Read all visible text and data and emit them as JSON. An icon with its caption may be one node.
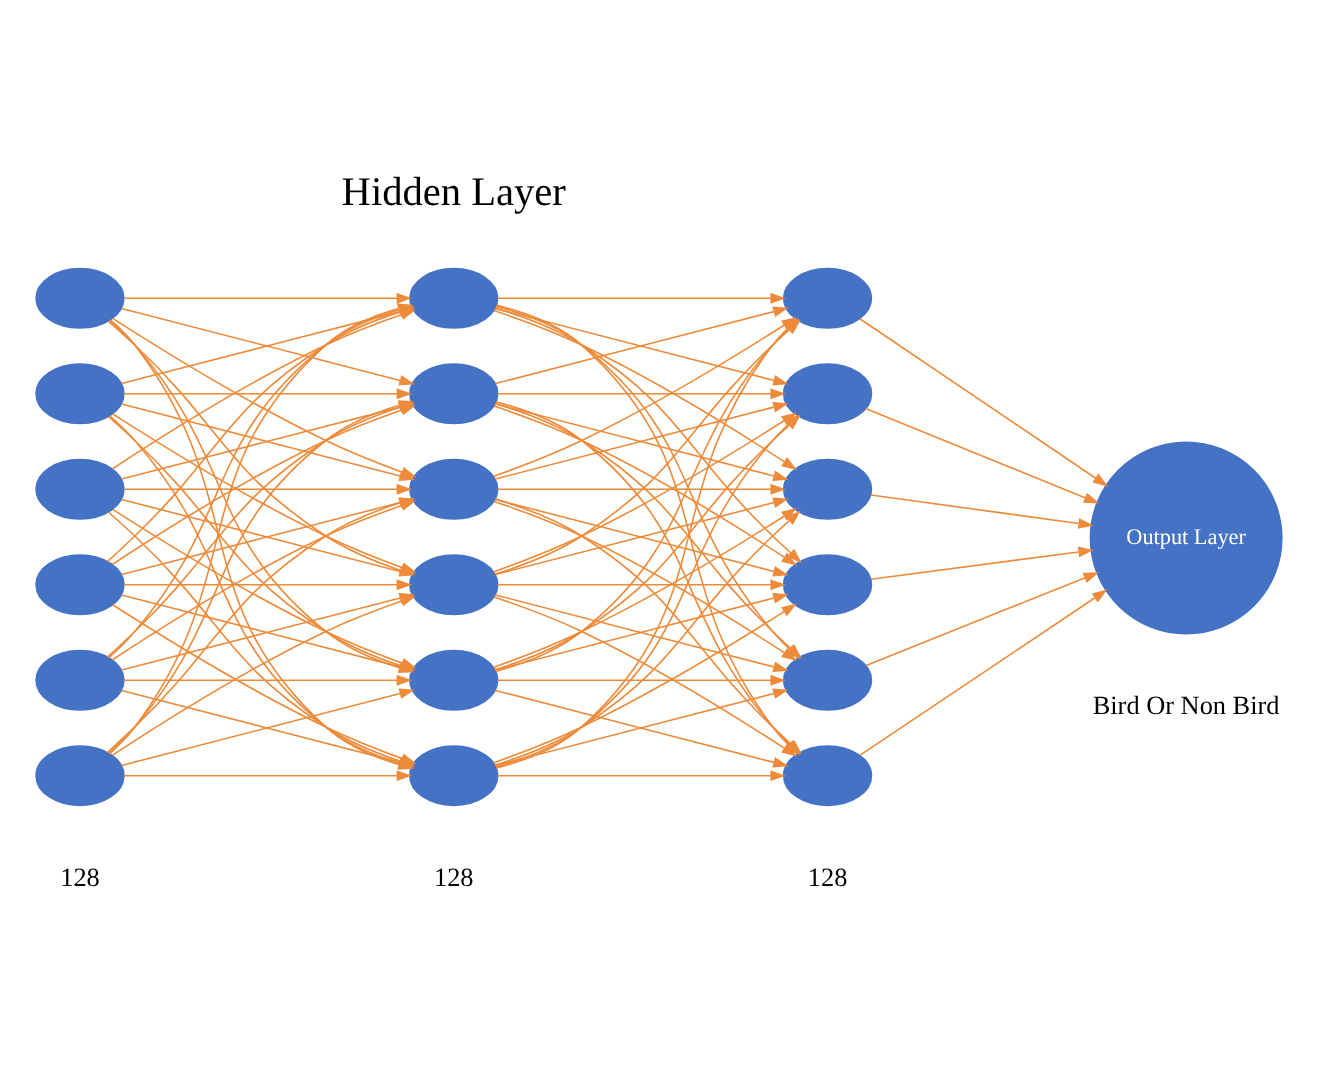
{
  "diagram": {
    "nodes": [
      {
        "text": [],
        "shape": "circle"
      },
      {
        "text": [],
        "shape": "circle"
      },
      {
        "text": [],
        "shape": "circle"
      },
      {
        "text": [],
        "shape": "circle"
      },
      {
        "text": [],
        "shape": "circle"
      },
      {
        "text": [],
        "shape": "circle"
      },
      {
        "text": [],
        "shape": "circle"
      },
      {
        "text": [],
        "shape": "circle"
      },
      {
        "text": [],
        "shape": "circle"
      },
      {
        "text": [],
        "shape": "circle"
      },
      {
        "text": [],
        "shape": "circle"
      },
      {
        "text": [],
        "shape": "circle"
      },
      {
        "text": [],
        "shape": "circle"
      },
      {
        "text": [],
        "shape": "circle"
      },
      {
        "text": [],
        "shape": "circle"
      },
      {
        "text": [],
        "shape": "circle"
      },
      {
        "text": [],
        "shape": "circle"
      },
      {
        "text": [],
        "shape": "circle"
      },
      {
        "text": [
          "Output Layer"
        ],
        "beside": [
          "Bird Or Non Bird"
        ]
      }
    ],
    "edges": [
      {
        "from": 0,
        "to": 6,
        "arrow": "to"
      },
      {
        "from": 0,
        "to": 7,
        "arrow": "to"
      },
      {
        "from": 0,
        "to": 8,
        "arrow": "to"
      },
      {
        "from": 0,
        "to": 9,
        "arrow": "to"
      },
      {
        "from": 0,
        "to": 10,
        "arrow": "to"
      },
      {
        "from": 0,
        "to": 11,
        "arrow": "to"
      },
      {
        "from": 1,
        "to": 6,
        "arrow": "to"
      },
      {
        "from": 1,
        "to": 7,
        "arrow": "to"
      },
      {
        "from": 1,
        "to": 8,
        "arrow": "to"
      },
      {
        "from": 1,
        "to": 9,
        "arrow": "to"
      },
      {
        "from": 1,
        "to": 10,
        "arrow": "to"
      },
      {
        "from": 1,
        "to": 11,
        "arrow": "to"
      },
      {
        "from": 2,
        "to": 6,
        "arrow": "to"
      },
      {
        "from": 2,
        "to": 7,
        "arrow": "to"
      },
      {
        "from": 2,
        "to": 8,
        "arrow": "to"
      },
      {
        "from": 2,
        "to": 9,
        "arrow": "to"
      },
      {
        "from": 2,
        "to": 10,
        "arrow": "to"
      },
      {
        "from": 2,
        "to": 11,
        "arrow": "to"
      },
      {
        "from": 3,
        "to": 6,
        "arrow": "to"
      },
      {
        "from": 3,
        "to": 7,
        "arrow": "to"
      },
      {
        "from": 3,
        "to": 8,
        "arrow": "to"
      },
      {
        "from": 3,
        "to": 9,
        "arrow": "to"
      },
      {
        "from": 3,
        "to": 10,
        "arrow": "to"
      },
      {
        "from": 3,
        "to": 11,
        "arrow": "to"
      },
      {
        "from": 4,
        "to": 6,
        "arrow": "to"
      },
      {
        "from": 4,
        "to": 7,
        "arrow": "to"
      },
      {
        "from": 4,
        "to": 8,
        "arrow": "to"
      },
      {
        "from": 4,
        "to": 9,
        "arrow": "to"
      },
      {
        "from": 4,
        "to": 10,
        "arrow": "to"
      },
      {
        "from": 4,
        "to": 11,
        "arrow": "to"
      },
      {
        "from": 5,
        "to": 6,
        "arrow": "to"
      },
      {
        "from": 5,
        "to": 7,
        "arrow": "to"
      },
      {
        "from": 5,
        "to": 8,
        "arrow": "to"
      },
      {
        "from": 5,
        "to": 9,
        "arrow": "to"
      },
      {
        "from": 5,
        "to": 10,
        "arrow": "to"
      },
      {
        "from": 5,
        "to": 11,
        "arrow": "to"
      },
      {
        "from": 6,
        "to": 12,
        "arrow": "to"
      },
      {
        "from": 6,
        "to": 13,
        "arrow": "to"
      },
      {
        "from": 6,
        "to": 14,
        "arrow": "to"
      },
      {
        "from": 6,
        "to": 15,
        "arrow": "to"
      },
      {
        "from": 6,
        "to": 16,
        "arrow": "to"
      },
      {
        "from": 6,
        "to": 17,
        "arrow": "to"
      },
      {
        "from": 7,
        "to": 12,
        "arrow": "to"
      },
      {
        "from": 7,
        "to": 13,
        "arrow": "to"
      },
      {
        "from": 7,
        "to": 14,
        "arrow": "to"
      },
      {
        "from": 7,
        "to": 15,
        "arrow": "to"
      },
      {
        "from": 7,
        "to": 16,
        "arrow": "to"
      },
      {
        "from": 7,
        "to": 17,
        "arrow": "to"
      },
      {
        "from": 8,
        "to": 12,
        "arrow": "to"
      },
      {
        "from": 8,
        "to": 13,
        "arrow": "to"
      },
      {
        "from": 8,
        "to": 14,
        "arrow": "to"
      },
      {
        "from": 8,
        "to": 15,
        "arrow": "to"
      },
      {
        "from": 8,
        "to": 16,
        "arrow": "to"
      },
      {
        "from": 8,
        "to": 17,
        "arrow": "to"
      },
      {
        "from": 9,
        "to": 12,
        "arrow": "to"
      },
      {
        "from": 9,
        "to": 13,
        "arrow": "to"
      },
      {
        "from": 9,
        "to": 14,
        "arrow": "to"
      },
      {
        "from": 9,
        "to": 15,
        "arrow": "to"
      },
      {
        "from": 9,
        "to": 16,
        "arrow": "to"
      },
      {
        "from": 9,
        "to": 17,
        "arrow": "to"
      },
      {
        "from": 10,
        "to": 12,
        "arrow": "to"
      },
      {
        "from": 10,
        "to": 13,
        "arrow": "to"
      },
      {
        "from": 10,
        "to": 14,
        "arrow": "to"
      },
      {
        "from": 10,
        "to": 15,
        "arrow": "to"
      },
      {
        "from": 10,
        "to": 16,
        "arrow": "to"
      },
      {
        "from": 10,
        "to": 17,
        "arrow": "to"
      },
      {
        "from": 11,
        "to": 12,
        "arrow": "to"
      },
      {
        "from": 11,
        "to": 13,
        "arrow": "to"
      },
      {
        "from": 11,
        "to": 14,
        "arrow": "to"
      },
      {
        "from": 11,
        "to": 15,
        "arrow": "to"
      },
      {
        "from": 11,
        "to": 16,
        "arrow": "to"
      },
      {
        "from": 11,
        "to": 17,
        "arrow": "to"
      },
      {
        "from": 12,
        "to": 18,
        "arrow": "to"
      },
      {
        "from": 13,
        "to": 18,
        "arrow": "to"
      },
      {
        "from": 14,
        "to": 18,
        "arrow": "to"
      },
      {
        "from": 15,
        "to": 18,
        "arrow": "to"
      },
      {
        "from": 16,
        "to": 18,
        "arrow": "to"
      },
      {
        "from": 17,
        "to": 18,
        "arrow": "to"
      }
    ],
    "labels": [
      "Hidden Layer",
      "128",
      "128",
      "128"
    ]
  }
}
